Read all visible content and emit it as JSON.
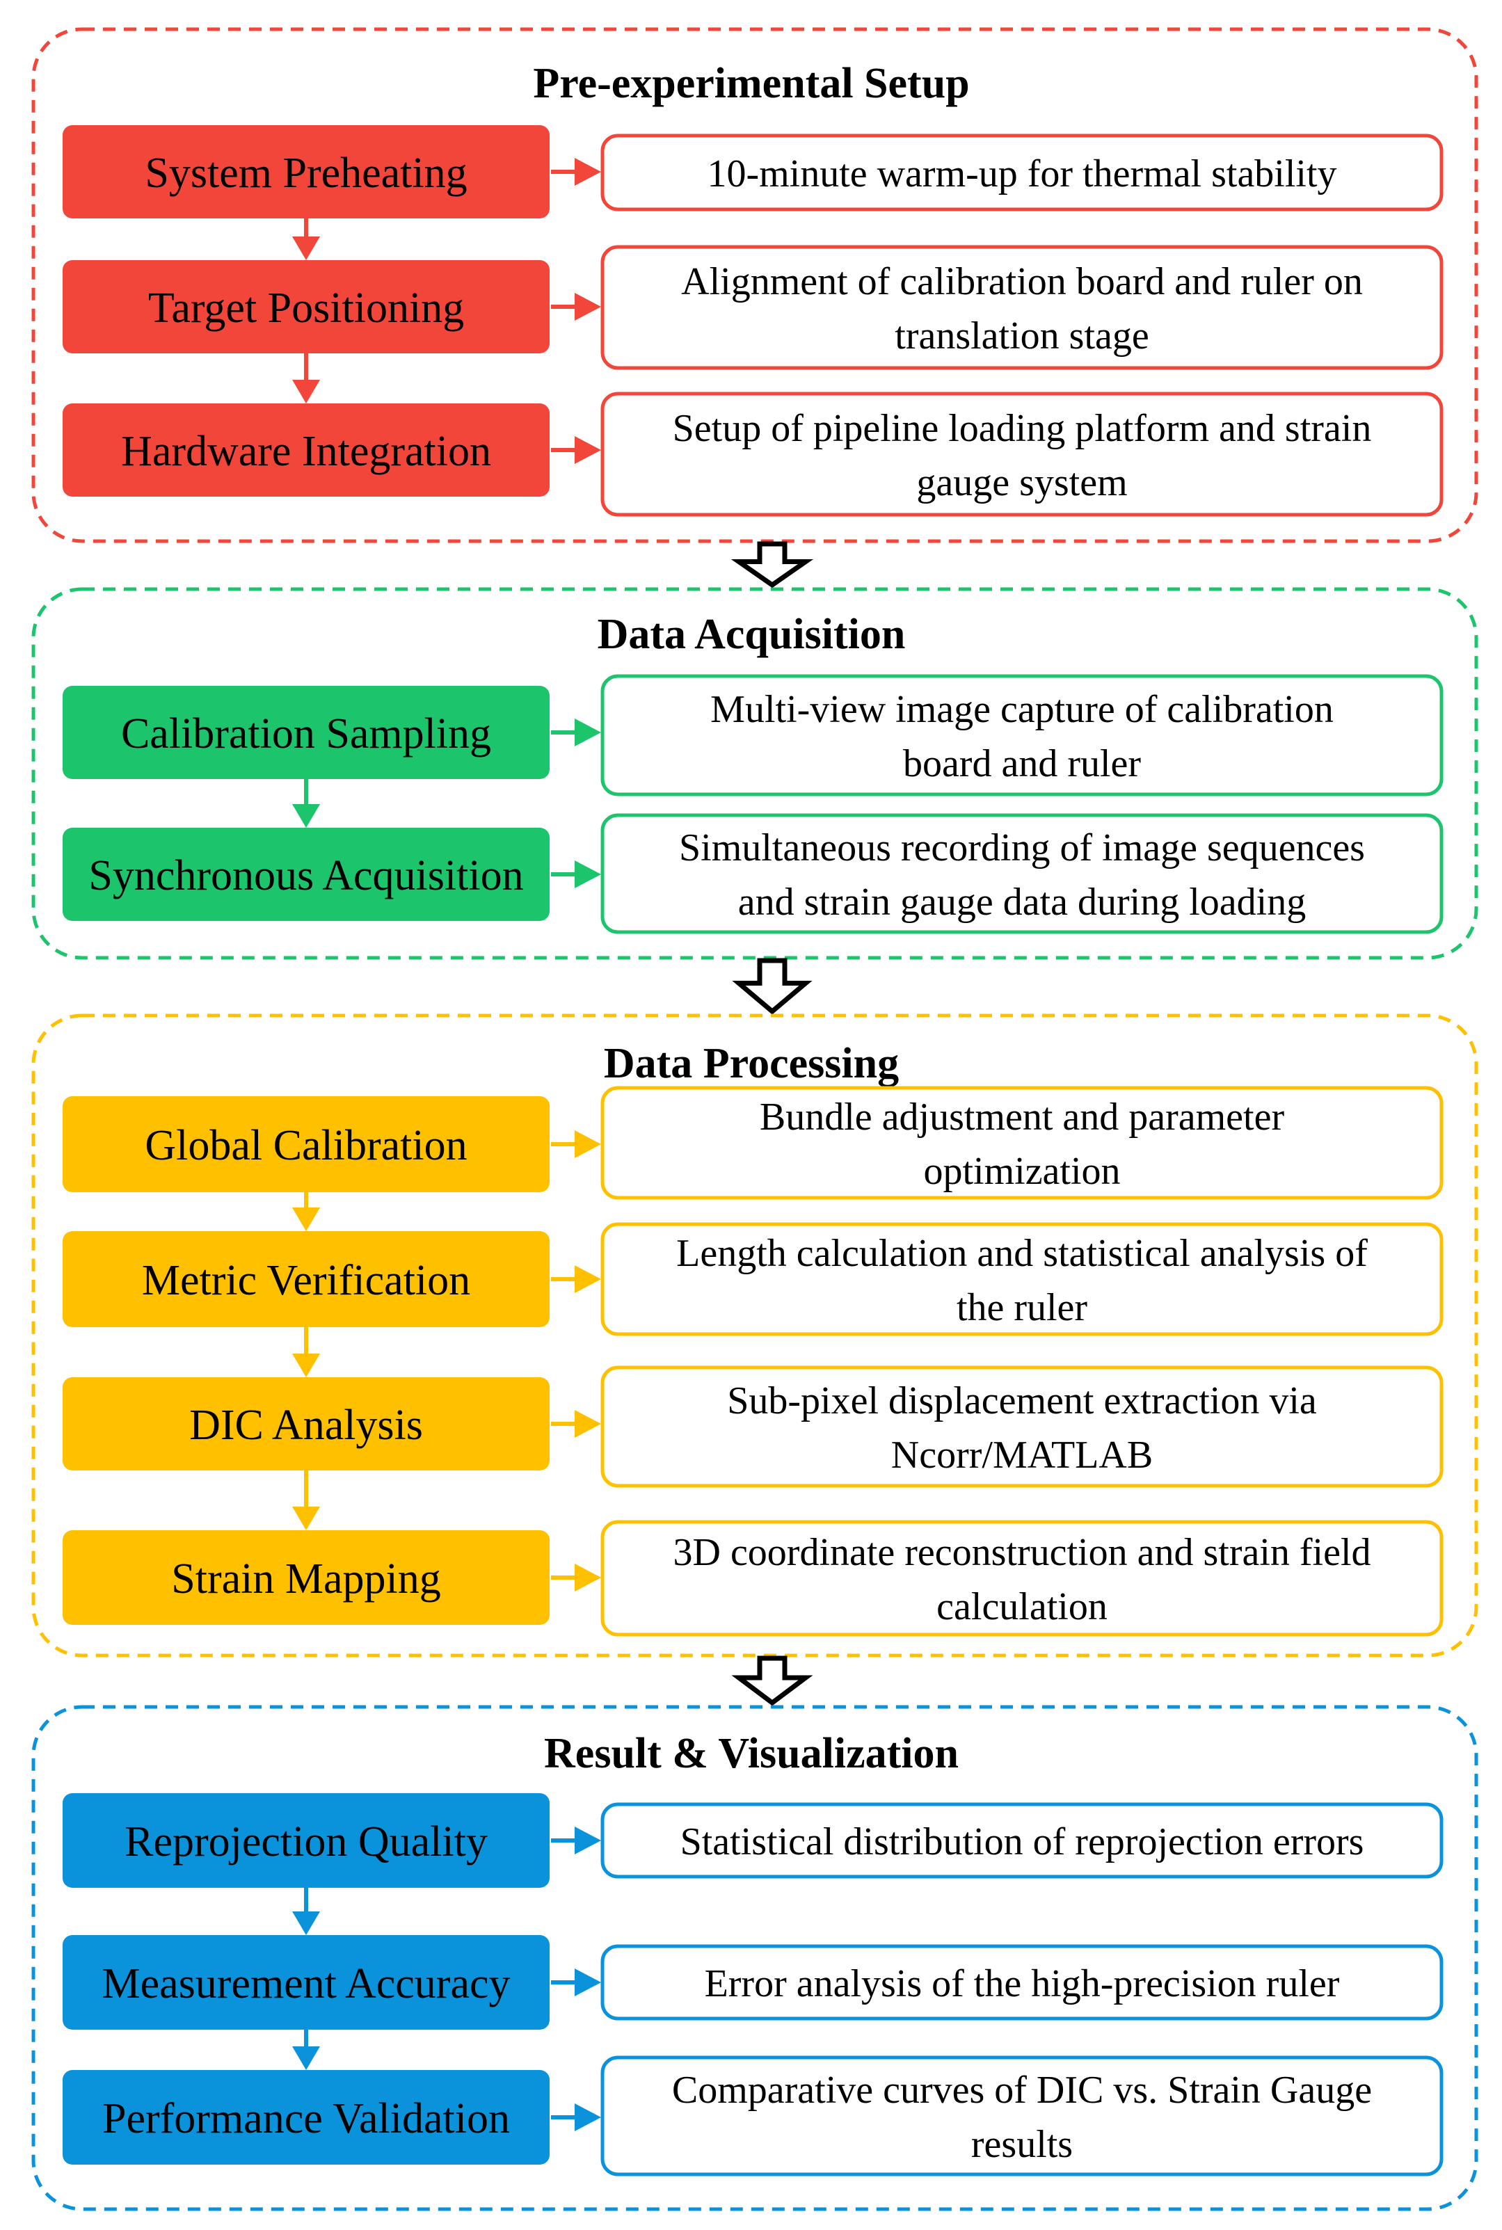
{
  "colors": {
    "red": "#F2463A",
    "green": "#1CC46C",
    "yellow": "#FFC000",
    "blue": "#0A93DB"
  },
  "sections": [
    {
      "id": "pre",
      "title": "Pre-experimental Setup",
      "color": "#F2463A",
      "steps": [
        {
          "label": "System Preheating",
          "desc": [
            "10-minute warm-up for thermal stability"
          ]
        },
        {
          "label": "Target Positioning",
          "desc": [
            "Alignment of calibration board and ruler on",
            "translation stage"
          ]
        },
        {
          "label": "Hardware Integration",
          "desc": [
            "Setup of pipeline loading platform and strain",
            "gauge system"
          ]
        }
      ]
    },
    {
      "id": "acq",
      "title": "Data Acquisition",
      "color": "#1CC46C",
      "steps": [
        {
          "label": "Calibration Sampling",
          "desc": [
            "Multi-view image capture of calibration",
            "board and ruler"
          ]
        },
        {
          "label": "Synchronous Acquisition",
          "desc": [
            "Simultaneous recording of image sequences",
            "and strain gauge data during loading"
          ]
        }
      ]
    },
    {
      "id": "proc",
      "title": "Data Processing",
      "color": "#FFC000",
      "steps": [
        {
          "label": "Global Calibration",
          "desc": [
            "Bundle adjustment and parameter",
            "optimization"
          ]
        },
        {
          "label": "Metric Verification",
          "desc": [
            "Length calculation and statistical analysis of",
            "the ruler"
          ]
        },
        {
          "label": "DIC Analysis",
          "desc": [
            "Sub-pixel displacement extraction via",
            "Ncorr/MATLAB"
          ]
        },
        {
          "label": "Strain Mapping",
          "desc": [
            "3D coordinate reconstruction and strain field",
            "calculation"
          ]
        }
      ]
    },
    {
      "id": "res",
      "title": "Result & Visualization",
      "color": "#0A93DB",
      "steps": [
        {
          "label": "Reprojection Quality",
          "desc": [
            "Statistical distribution of reprojection errors"
          ]
        },
        {
          "label": "Measurement Accuracy",
          "desc": [
            "Error analysis of the high-precision ruler"
          ]
        },
        {
          "label": "Performance Validation",
          "desc": [
            "Comparative curves of DIC vs. Strain Gauge",
            "results"
          ]
        }
      ]
    }
  ]
}
